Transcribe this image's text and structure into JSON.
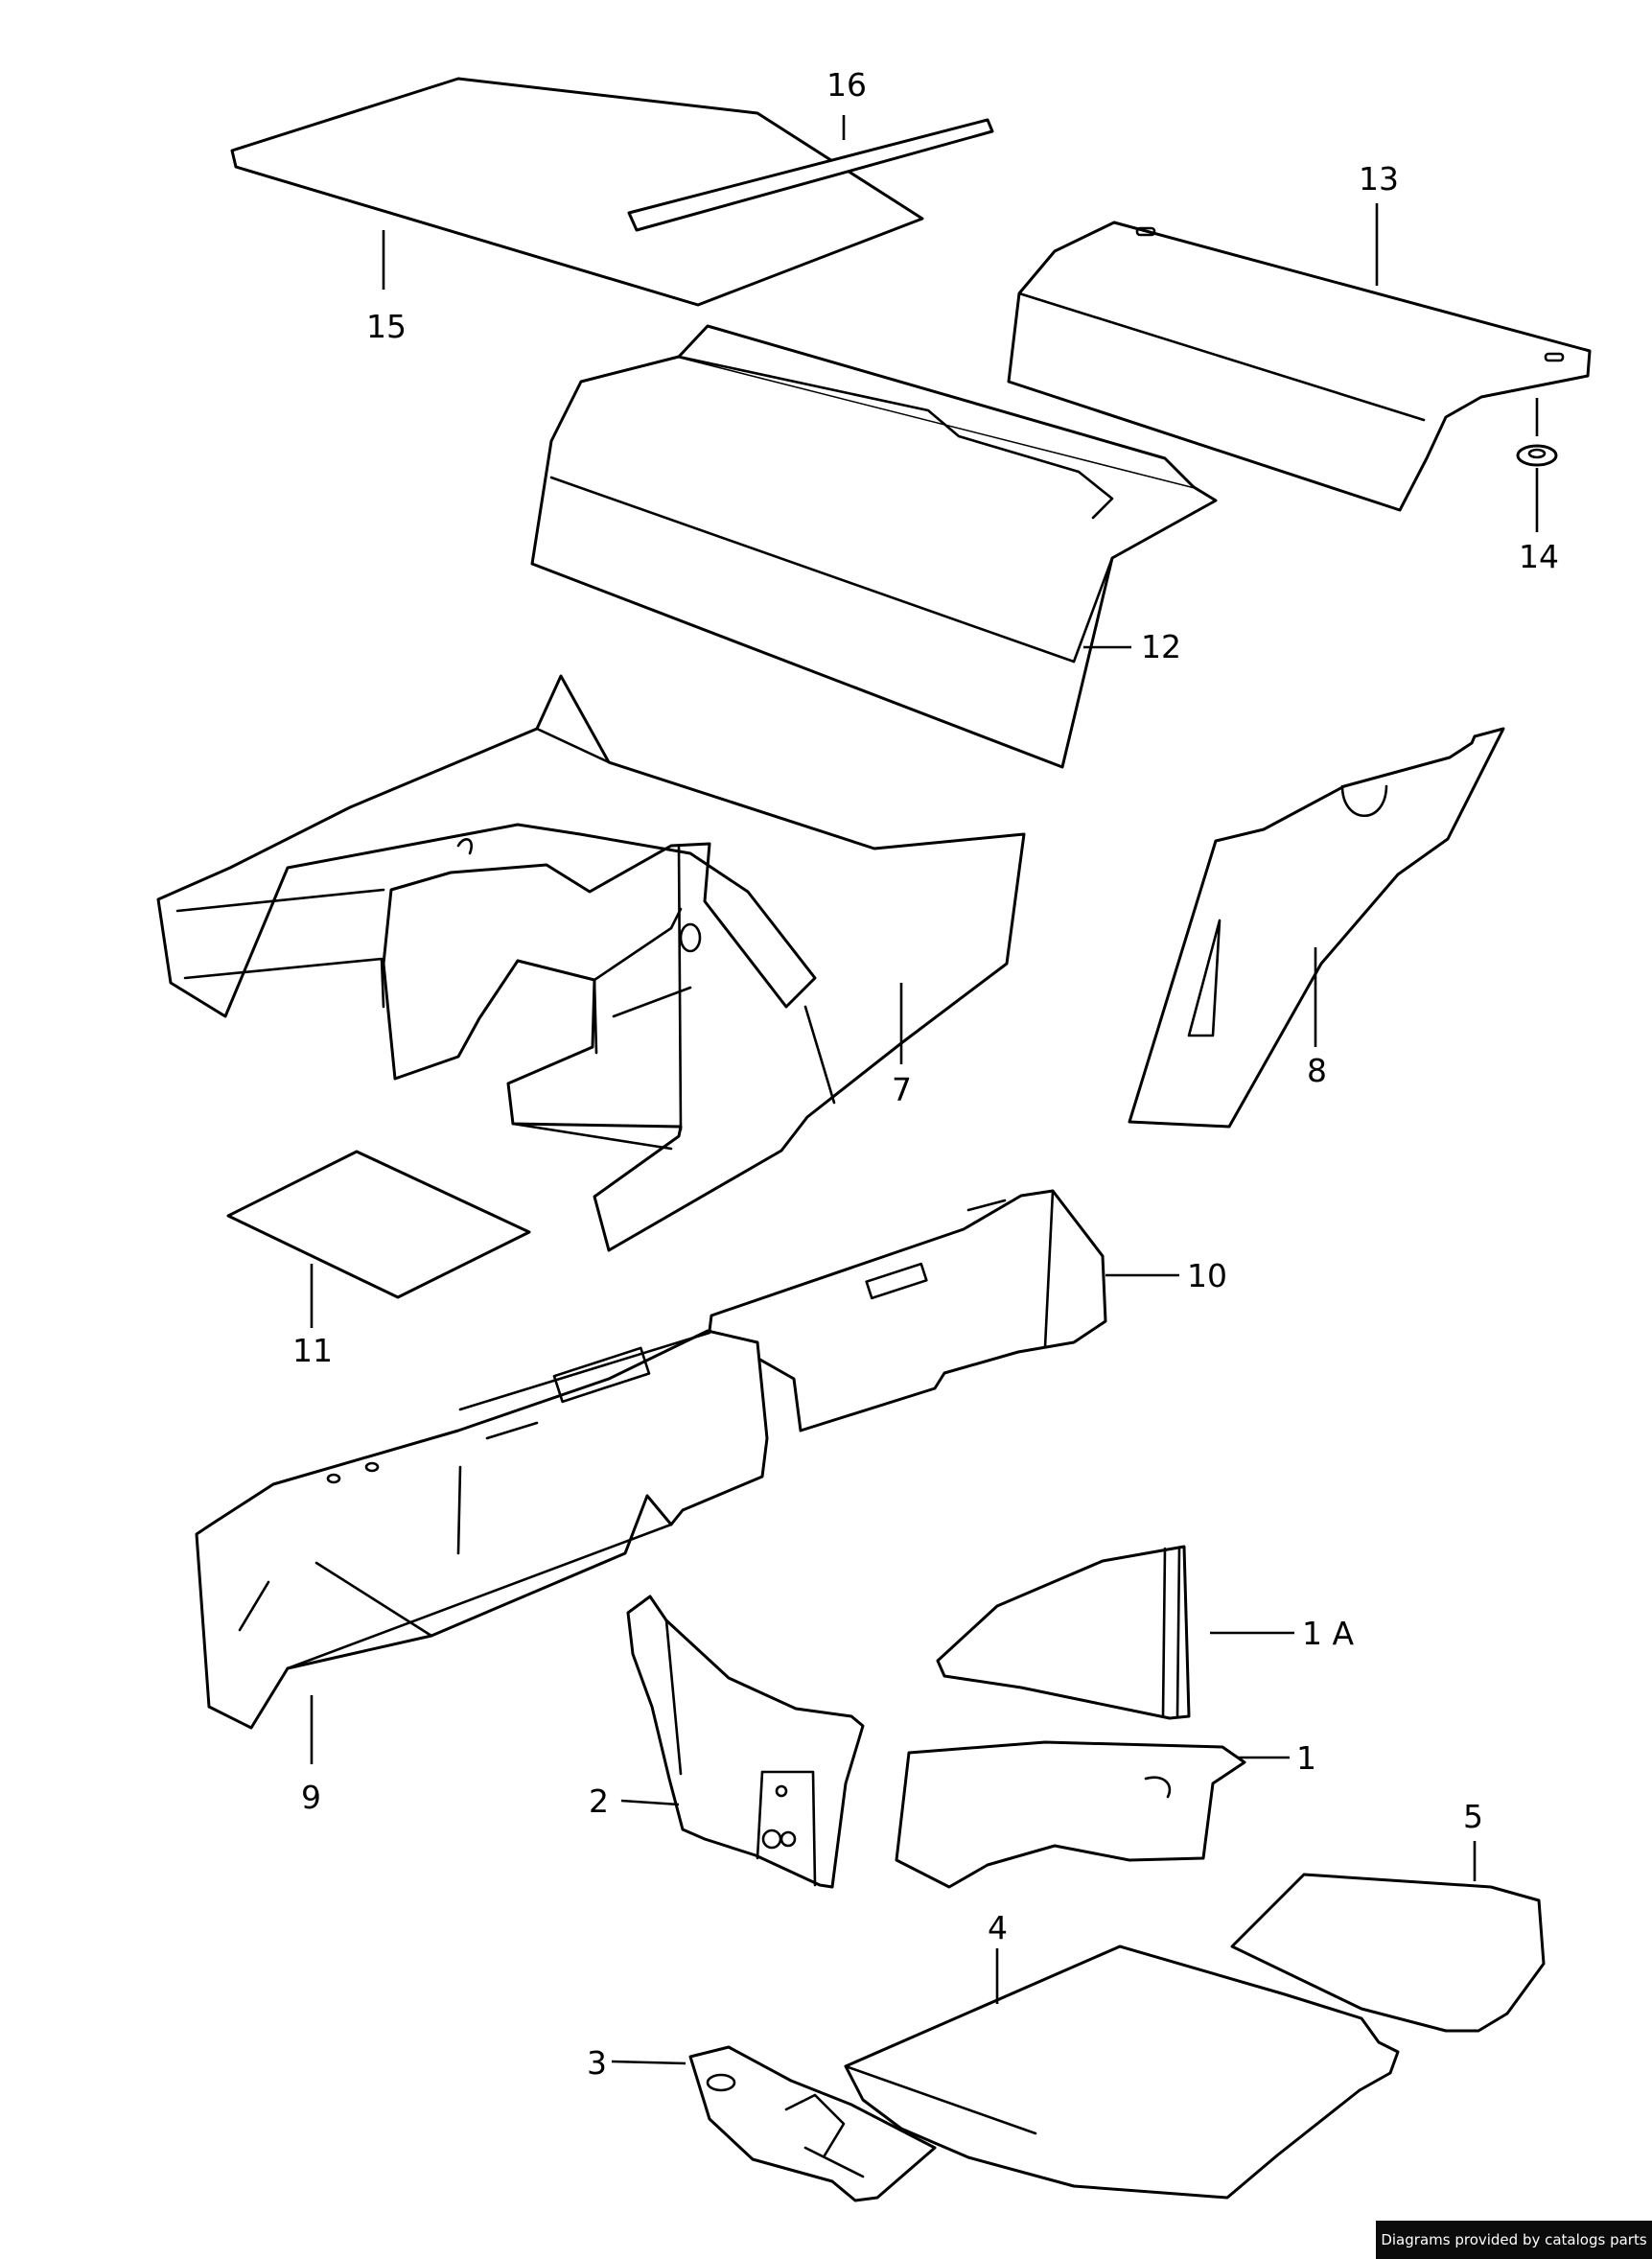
{
  "callouts": {
    "c1": "1",
    "c1a": "1 A",
    "c2": "2",
    "c3": "3",
    "c4": "4",
    "c5": "5",
    "c7": "7",
    "c8": "8",
    "c9": "9",
    "c10": "10",
    "c11": "11",
    "c12": "12",
    "c13": "13",
    "c14": "14",
    "c15": "15",
    "c16": "16"
  },
  "credit": "Diagrams provided by catalogs parts"
}
